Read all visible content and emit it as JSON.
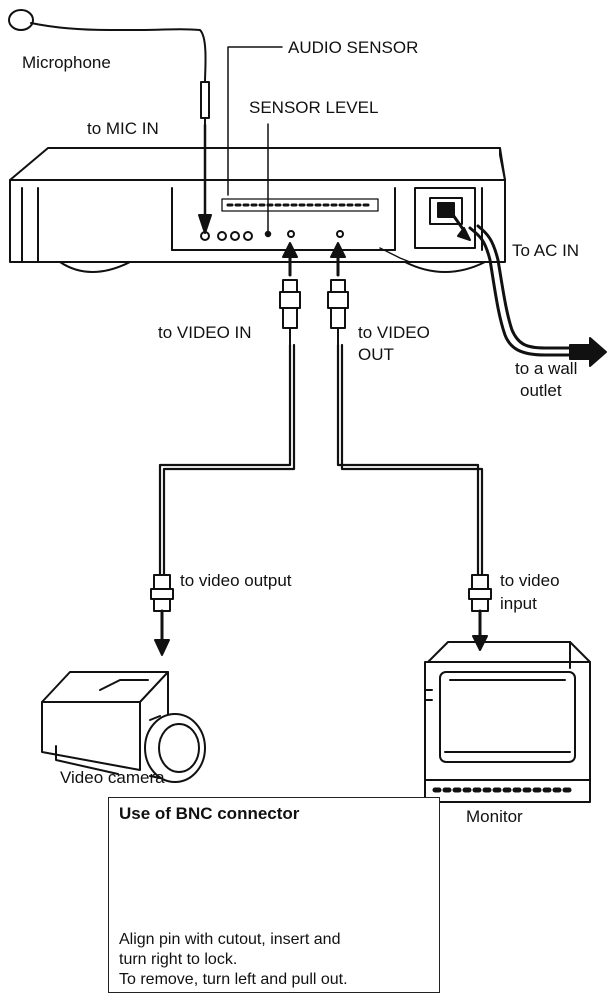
{
  "labels": {
    "microphone": "Microphone",
    "audio_sensor": "AUDIO SENSOR",
    "sensor_level": "SENSOR LEVEL",
    "to_mic_in": "to MIC IN",
    "to_ac_in": "To AC IN",
    "to_video_in": "to VIDEO IN",
    "to_video_out_1": "to VIDEO",
    "to_video_out_2": "OUT",
    "to_wall_1": "to a wall",
    "to_wall_2": "outlet",
    "to_video_output": "to video output",
    "to_video_input_1": "to video",
    "to_video_input_2": "input",
    "video_camera": "Video camera",
    "monitor": "Monitor"
  },
  "bnc_box": {
    "title": "Use of BNC connector",
    "line1": "Align pin with cutout, insert and",
    "line2": "turn right to lock.",
    "line3": "To remove, turn left and pull out."
  },
  "colors": {
    "ink": "#111111",
    "background": "#ffffff"
  }
}
